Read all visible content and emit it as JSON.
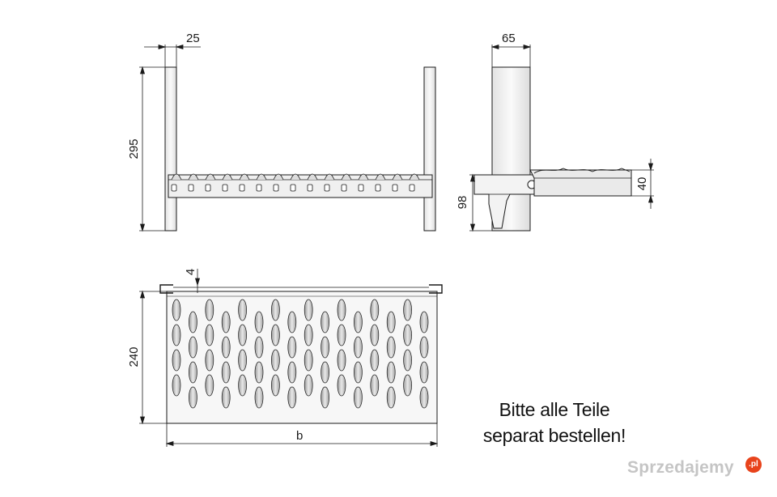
{
  "dimensions": {
    "front_width": "25",
    "front_height": "295",
    "side_depth": "65",
    "side_height": "98",
    "side_step": "40",
    "top_offset": "4",
    "top_depth": "240",
    "top_width": "b"
  },
  "note": {
    "line1": "Bitte alle Teile",
    "line2": "separat bestellen!"
  },
  "watermark": {
    "text": "Sprzedajemy",
    "badge": ".pl"
  },
  "colors": {
    "line": "#1a1a1a",
    "fill_light": "#eeeeee",
    "fill_mid": "#d8d8d8",
    "badge": "#e8431b"
  }
}
